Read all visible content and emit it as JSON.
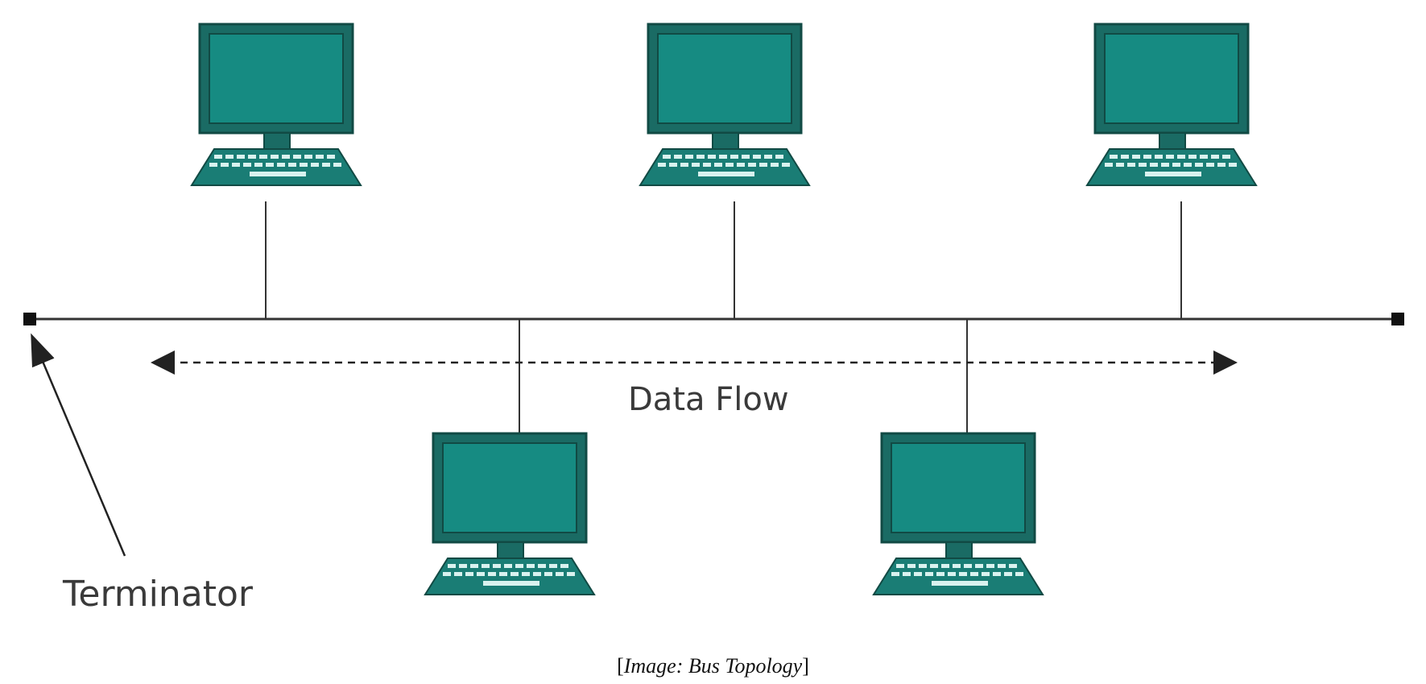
{
  "diagram": {
    "labels": {
      "data_flow": "Data Flow",
      "terminator": "Terminator"
    },
    "caption": {
      "open": "[",
      "text": "Image: Bus Topology",
      "close": "]"
    },
    "nodes": [
      {
        "id": "computer-1",
        "row": "top"
      },
      {
        "id": "computer-2",
        "row": "top"
      },
      {
        "id": "computer-3",
        "row": "top"
      },
      {
        "id": "computer-4",
        "row": "bottom"
      },
      {
        "id": "computer-5",
        "row": "bottom"
      }
    ],
    "colors": {
      "screen": "#168b82",
      "monitor_frame": "#1a6b64",
      "outline": "#114a44",
      "keys": "#d9f2ef",
      "bus_line": "#333333"
    }
  }
}
